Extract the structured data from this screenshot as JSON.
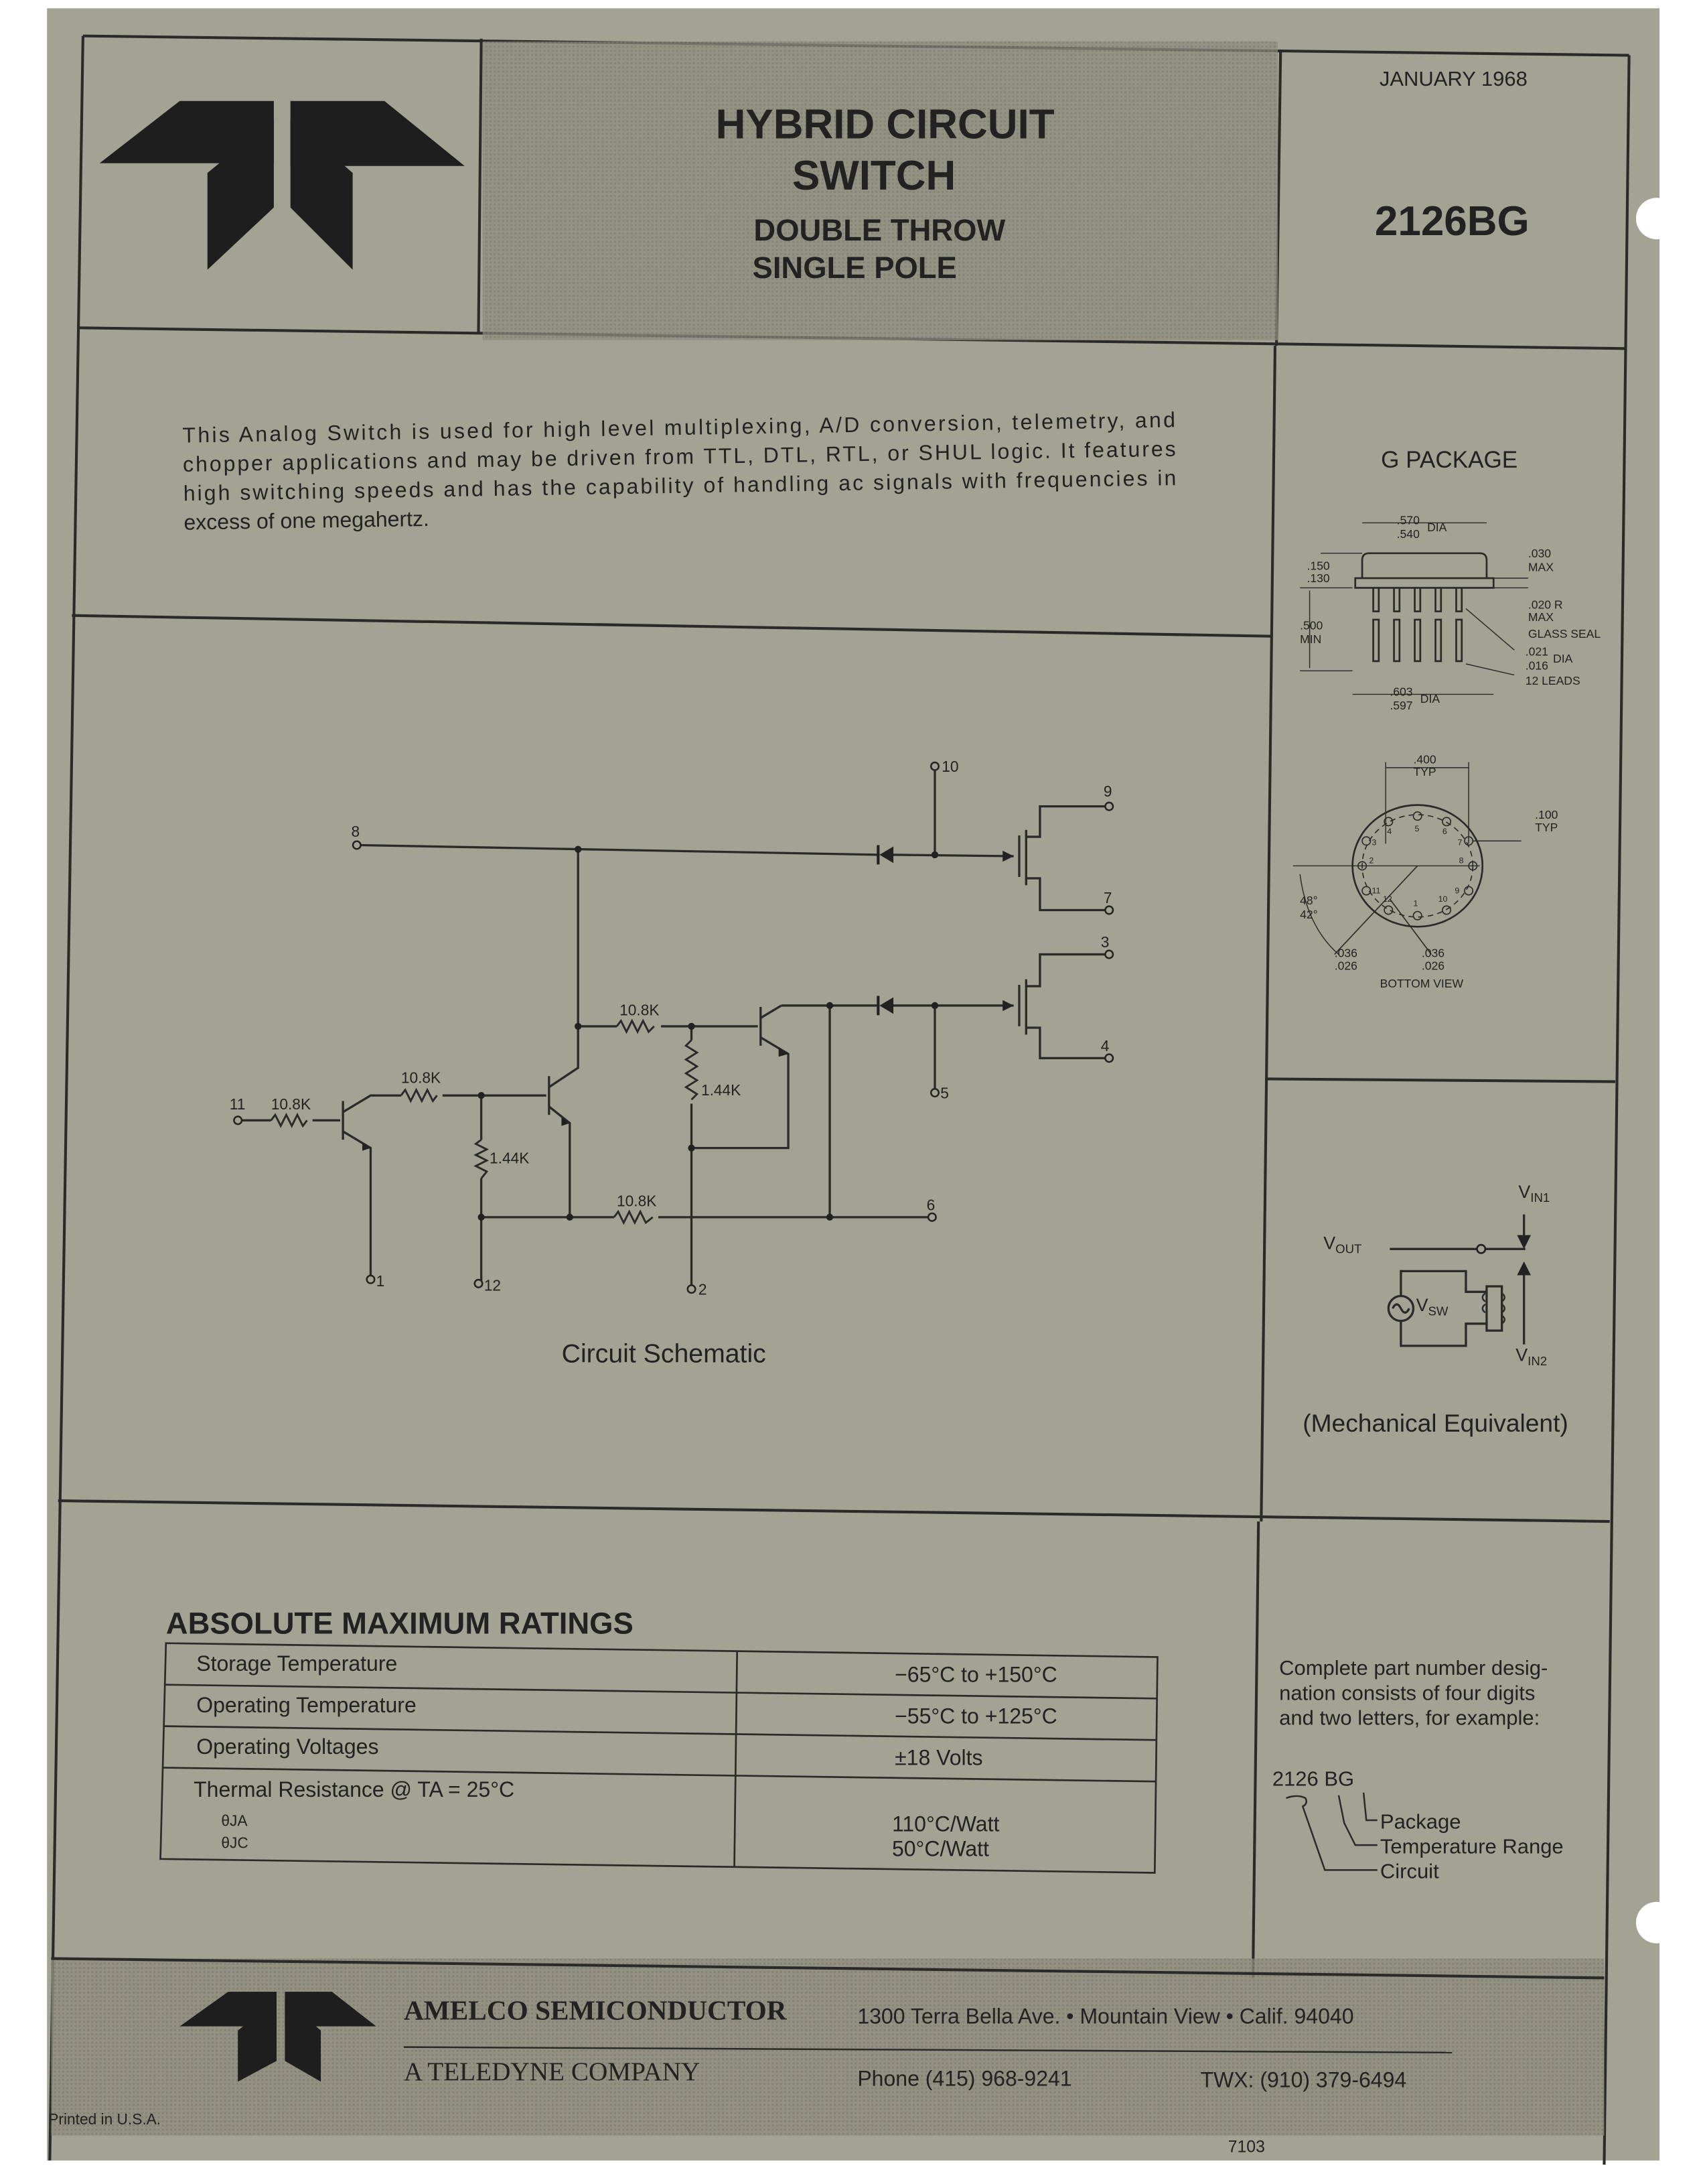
{
  "header": {
    "title_line1": "HYBRID CIRCUIT",
    "title_line2": "SWITCH",
    "subtitle_line1": "DOUBLE THROW",
    "subtitle_line2": "SINGLE POLE",
    "date": "JANUARY 1968",
    "part_number": "2126BG"
  },
  "description": [
    "This Analog Switch is used for high level multiplexing, A/D conversion, telemetry, and",
    "chopper applications and may be driven from TTL, DTL, RTL, or SHUL logic. It features",
    "high switching speeds and has the capability of handling ac signals with frequencies in",
    "excess of one megahertz."
  ],
  "package": {
    "title": "G PACKAGE",
    "dims": {
      "top_dia_max": ".570",
      "top_dia_min": ".540",
      "dia": "DIA",
      "h_max": ".150",
      "h_min": ".130",
      "flange_max_val": ".030",
      "max": "MAX",
      "radius": ".020 R",
      "glass_seal": "GLASS SEAL",
      "lead_dia_max": ".021",
      "lead_dia_min": ".016",
      "leads": "12 LEADS",
      "lead_len": ".500",
      "min": "MIN",
      "base_dia_max": ".603",
      "base_dia_min": ".597",
      "pin_spacing": ".400",
      "typ": "TYP",
      "offset": ".100",
      "angle_max": "48°",
      "angle_min": "42°",
      "tab_max": ".036",
      "tab_min": ".026",
      "bottom_view": "BOTTOM VIEW"
    },
    "pins": [
      "1",
      "2",
      "3",
      "4",
      "5",
      "6",
      "7",
      "8",
      "9",
      "10",
      "11",
      "12"
    ]
  },
  "schematic": {
    "caption": "Circuit Schematic",
    "resistors": [
      "10.8K",
      "10.8K",
      "10.8K",
      "10.8K",
      "1.44K",
      "1.44K"
    ],
    "pins": {
      "p1": "1",
      "p2": "2",
      "p3": "3",
      "p4": "4",
      "p5": "5",
      "p6": "6",
      "p7": "7",
      "p8": "8",
      "p9": "9",
      "p10": "10",
      "p11": "11",
      "p12": "12"
    }
  },
  "mechanical": {
    "caption": "(Mechanical Equivalent)",
    "vout": "V",
    "vout_sub": "OUT",
    "vin1": "V",
    "vin1_sub": "IN1",
    "vin2": "V",
    "vin2_sub": "IN2",
    "vsw": "V",
    "vsw_sub": "SW"
  },
  "ratings": {
    "title": "ABSOLUTE MAXIMUM RATINGS",
    "rows": [
      {
        "label": "Storage Temperature",
        "value": "−65°C to +150°C"
      },
      {
        "label": "Operating Temperature",
        "value": "−55°C to +125°C"
      },
      {
        "label": "Operating Voltages",
        "value": "±18 Volts"
      },
      {
        "label": "Thermal Resistance @  TA = 25°C",
        "value": ""
      }
    ],
    "theta_ja": "θJA",
    "theta_ja_value": "110°C/Watt",
    "theta_jc": "θJC",
    "theta_jc_value": "50°C/Watt"
  },
  "part_designation": {
    "text": [
      "Complete part number desig-",
      "nation consists of four digits",
      "and two letters, for example:"
    ],
    "example": "2126 BG",
    "labels": [
      "Package",
      "Temperature Range",
      "Circuit"
    ]
  },
  "footer": {
    "company": "AMELCO SEMICONDUCTOR",
    "address": "1300 Terra Bella Ave. • Mountain View • Calif. 94040",
    "parent": "A TELEDYNE COMPANY",
    "phone": "Phone (415) 968-9241",
    "twx": "TWX: (910) 379-6494",
    "printed": "Printed in U.S.A.",
    "code": "7103"
  }
}
